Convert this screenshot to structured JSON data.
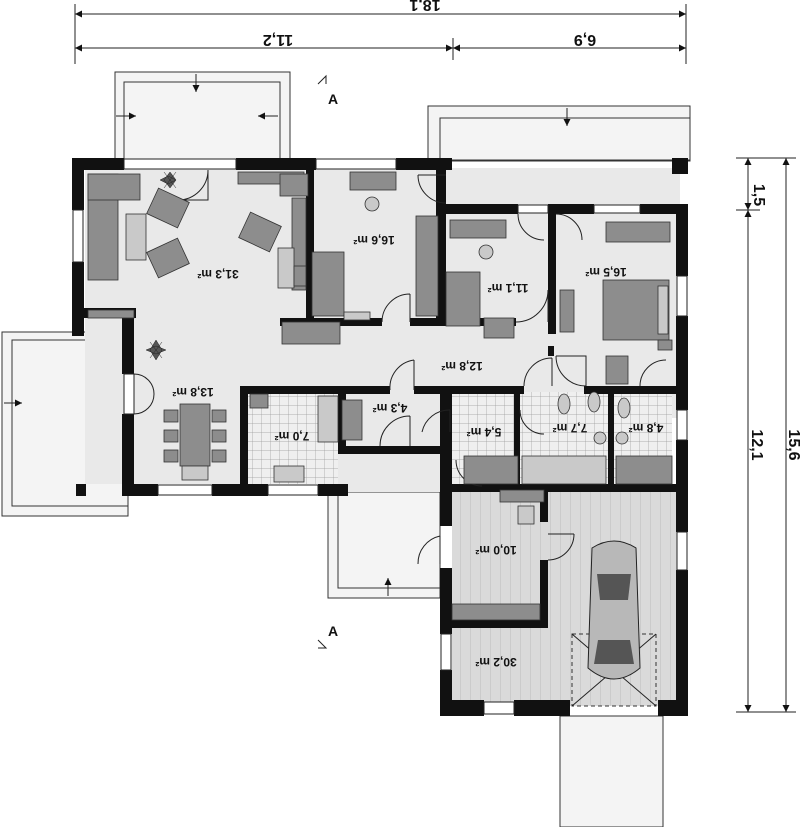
{
  "dimensions": {
    "total_width": "18,1",
    "left_width": "11,2",
    "right_width": "6,9",
    "right_small": "1,5",
    "right_mid": "12,1",
    "right_total": "15,6"
  },
  "section_marks": [
    "A",
    "A"
  ],
  "rooms": {
    "living": "31,3 m²",
    "room1": "16,6 m²",
    "room2": "11,1 m²",
    "room3": "16,5 m²",
    "hall": "12,8 m²",
    "dining": "13,8 m²",
    "kitchen": "7,0 m²",
    "entry": "4,3 m²",
    "wc": "5,4 m²",
    "bath": "7,7 m²",
    "wc2": "4,8 m²",
    "utility": "10,0 m²",
    "garage": "30,2 m²"
  },
  "colors": {
    "wall": "#111111",
    "floor": "#e9e9e9",
    "furniture": "#8d8d8d"
  }
}
